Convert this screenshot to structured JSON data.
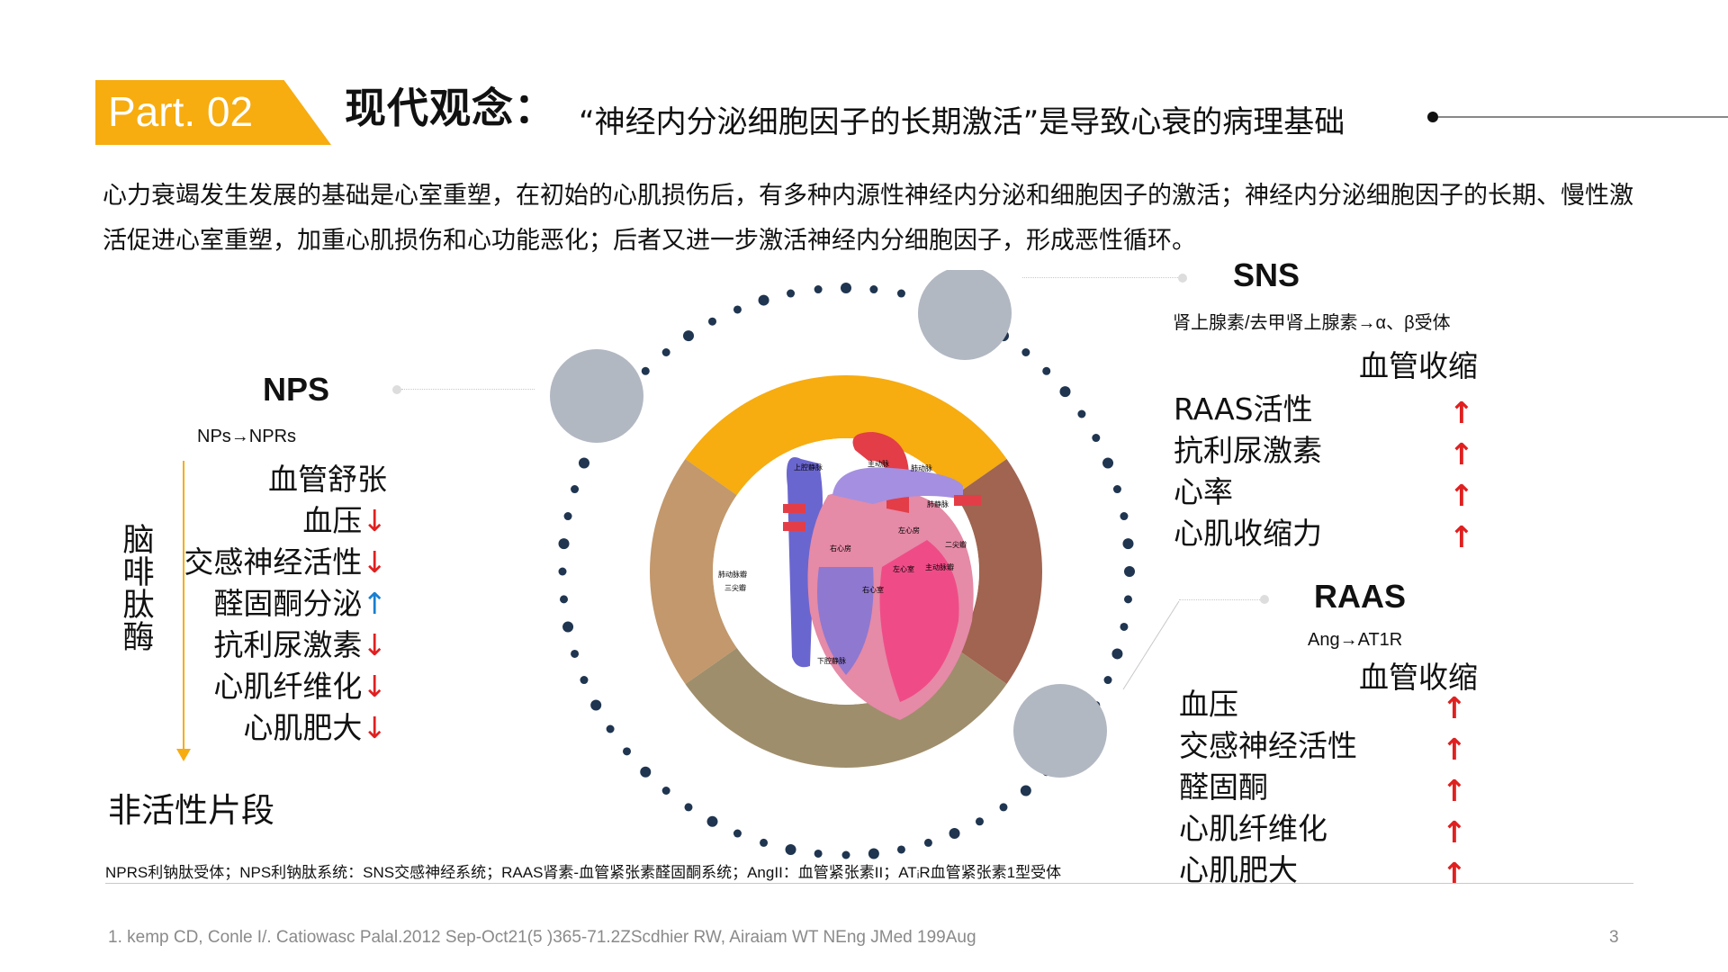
{
  "header": {
    "part_label": "Part. 02",
    "title": "现代观念：",
    "subtitle": "“神经内分泌细胞因子的长期激活”是导致心衰的病理基础"
  },
  "intro": "心力衰竭发生发展的基础是心室重塑，在初始的心肌损伤后，有多种内源性神经内分泌和细胞因子的激活；神经内分泌细胞因子的长期、慢性激活促进心室重塑，加重心肌损伤和心功能恶化；后者又进一步激活神经内分细胞因子，形成恶性循环。",
  "figure": {
    "ring_colors": [
      "#f7ac10",
      "#a06450",
      "#9f8e6c",
      "#c2986c"
    ],
    "heart_labels": {
      "svc": "上腔静脉",
      "aorta": "主动脉",
      "pulm_artery": "肺动脉",
      "pulm_vein": "肺静脉",
      "la": "左心房",
      "ra": "右心房",
      "mitral": "二尖瓣",
      "aortic_valve": "主动脉瓣",
      "lv": "左心室",
      "rv": "右心室",
      "pulm_valve": "肺动脉瓣",
      "tricuspid": "三尖瓣",
      "ivc": "下腔静脉"
    }
  },
  "nps": {
    "title": "NPS",
    "mechanism": "NPs→NPRs",
    "items": [
      {
        "text": "血管舒张",
        "arrow": ""
      },
      {
        "text": "血压",
        "arrow": "↓"
      },
      {
        "text": "交感神经活性",
        "arrow": "↓"
      },
      {
        "text": "醛固酮分泌",
        "arrow": "↑"
      },
      {
        "text": "抗利尿激素",
        "arrow": "↓"
      },
      {
        "text": "心肌纤维化",
        "arrow": "↓"
      },
      {
        "text": "心肌肥大",
        "arrow": "↓"
      }
    ],
    "enzyme": "脑啡肽酶",
    "product": "非活性片段"
  },
  "sns": {
    "title": "SNS",
    "mechanism": "肾上腺素/去甲肾上腺素→α、β受体",
    "effect": "血管收缩",
    "items": [
      "RAAS活性",
      "抗利尿激素",
      "心率",
      "心肌收缩力"
    ],
    "arrows": [
      "↑",
      "↑",
      "↑",
      "↑"
    ]
  },
  "raas": {
    "title": "RAAS",
    "mechanism": "Ang→AT1R",
    "effect": "血管收缩",
    "items": [
      "血压",
      "交感神经活性",
      "醛固酮",
      "心肌纤维化",
      "心肌肥大"
    ],
    "arrows": [
      "↑",
      "↑",
      "↑",
      "↑",
      "↑"
    ]
  },
  "abbreviations": "NPRS利钠肽受体；NPS利钠肽系统：SNS交感神经系统；RAAS肾素-血管紧张素醛固酮系统；AngII：血管紧张素II；ATᵢR血管紧张素1型受体",
  "reference": "1. kemp CD, Conle I/. Catiowasc Palal.2012 Sep-Oct21(5 )365-71.2ZScdhier RW, Airaiam WT NEng JMed 199Aug",
  "page_number": "3"
}
